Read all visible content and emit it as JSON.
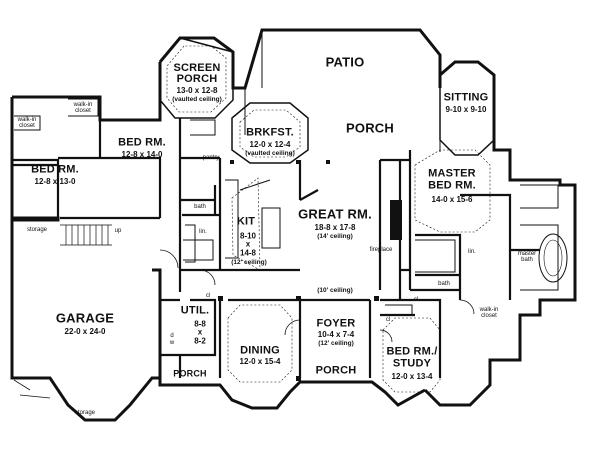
{
  "rooms": {
    "screen_porch": {
      "name": "SCREEN\nPORCH",
      "dims": "13-0 x 12-8",
      "note": "(vaulted ceiling)"
    },
    "patio": {
      "name": "PATIO"
    },
    "porch_rear": {
      "name": "PORCH"
    },
    "sitting": {
      "name": "SITTING",
      "dims": "9-10 x 9-10"
    },
    "bed_rm_2": {
      "name": "BED RM.",
      "dims": "12-8 x 14-0"
    },
    "bed_rm_3": {
      "name": "BED RM.",
      "dims": "12-8 x 13-0"
    },
    "walk_in_closet_1": {
      "name": "walk-in\ncloset"
    },
    "walk_in_closet_2": {
      "name": "walk-in\ncloset"
    },
    "brkfst": {
      "name": "BRKFST.",
      "dims": "12-0 x 12-4",
      "note": "(vaulted ceiling)"
    },
    "pantry": {
      "name": "pantry"
    },
    "bath_1": {
      "name": "bath"
    },
    "lin_1": {
      "name": "lin."
    },
    "kit": {
      "name": "KIT",
      "dims": "8-10\nx\n14-8",
      "note": "(12' ceiling)"
    },
    "great_rm": {
      "name": "GREAT RM.",
      "dims": "18-8 x 17-8",
      "note": "(14' ceiling)"
    },
    "fireplace": {
      "name": "fireplace"
    },
    "master_bed_rm": {
      "name": "MASTER\nBED RM.",
      "dims": "14-0 x 15-6"
    },
    "master_bath": {
      "name": "master\nbath"
    },
    "lin_2": {
      "name": "lin."
    },
    "bath_2": {
      "name": "bath"
    },
    "walk_in_closet_3": {
      "name": "walk-in\ncloset"
    },
    "storage_1": {
      "name": "storage"
    },
    "up": {
      "name": "up"
    },
    "garage": {
      "name": "GARAGE",
      "dims": "22-0 x 24-0"
    },
    "storage_2": {
      "name": "storage"
    },
    "util": {
      "name": "UTIL.",
      "dims": "8-8\nx\n8-2"
    },
    "dw": {
      "name": "d\nw"
    },
    "porch_side": {
      "name": "PORCH"
    },
    "dining": {
      "name": "DINING",
      "dims": "12-0 x 15-4"
    },
    "foyer": {
      "name": "FOYER",
      "dims": "10-4 x 7-4",
      "note": "(12' ceiling)"
    },
    "porch_front": {
      "name": "PORCH"
    },
    "bed_rm_study": {
      "name": "BED RM./\nSTUDY",
      "dims": "12-0 x 13-4"
    },
    "ceiling_10": {
      "name": "(10' ceiling)"
    },
    "cl_1": {
      "name": "cl"
    },
    "cl_2": {
      "name": "cl"
    },
    "cl_3": {
      "name": "cl"
    }
  }
}
